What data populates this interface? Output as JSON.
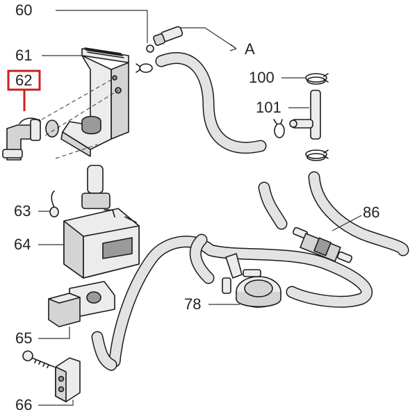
{
  "diagram": {
    "callouts": {
      "c60": "60",
      "c61": "61",
      "c62": "62",
      "c63": "63",
      "c64": "64",
      "c65": "65",
      "c66": "66",
      "c78": "78",
      "c86": "86",
      "c100": "100",
      "c101": "101",
      "arrow_a": "A"
    },
    "highlight_color": "#cc1f1f",
    "hose_fill_color": "#e3e3e3"
  }
}
